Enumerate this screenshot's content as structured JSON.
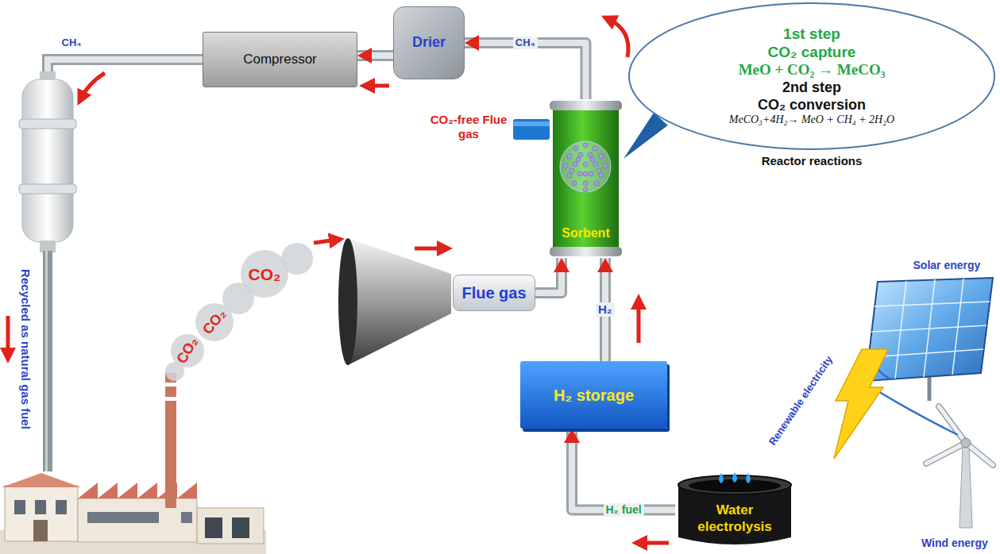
{
  "diagram": {
    "nodes": [
      {
        "text": [
          "Compressor"
        ]
      },
      {
        "text": [
          "Drier"
        ]
      },
      {
        "text": [
          "Sorbent"
        ]
      },
      {
        "text": [
          "1st step",
          "CO₂ capture",
          "MeO + CO₂ → MeCO₃",
          "2nd step",
          "CO₂ conversion",
          "MeCO₃+4H₂→ MeO + CH₄ + 2H₂O",
          "Reactor reactions"
        ]
      },
      {
        "text": [
          "Flue gas"
        ]
      },
      {
        "text": [
          "H₂ storage"
        ]
      },
      {
        "text": [
          "Water electrolysis"
        ]
      }
    ],
    "edges": [
      {
        "from": 2,
        "to": 1,
        "arrow": "to",
        "label": "CH₄"
      },
      {
        "from": 1,
        "to": 0,
        "arrow": "to"
      },
      {
        "from": 4,
        "to": 2,
        "arrow": "to"
      },
      {
        "from": 5,
        "to": 2,
        "arrow": "to",
        "label": "H₂"
      },
      {
        "from": 6,
        "to": 5,
        "arrow": "to",
        "label": "H₂ fuel"
      },
      {
        "from": 3,
        "to": 2,
        "arrow": "none"
      }
    ],
    "labels": [
      "CH₄",
      "CO₂-free Flue gas",
      "CO₂",
      "CO₂",
      "CO₂",
      "Recycled as natural gas fuel",
      "Renewable electricity",
      "Solar energy",
      "Wind energy"
    ]
  }
}
